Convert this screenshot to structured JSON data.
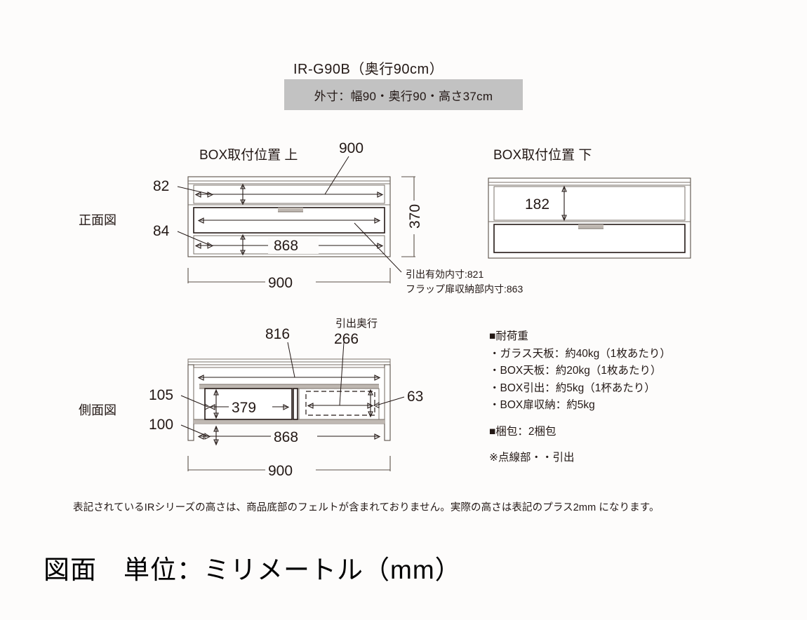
{
  "header": {
    "model_title": "IR-G90B（奥行90cm）",
    "external_dimensions": "外寸：幅90・奥行90・高さ37cm",
    "banner_color": "#c2c2c2"
  },
  "views": {
    "front_view_label": "正面図",
    "side_view_label": "側面図",
    "box_position_top": "BOX取付位置 上",
    "box_position_bottom": "BOX取付位置 下"
  },
  "front_view": {
    "dim_width_inner": "900",
    "dim_height_total": "370",
    "dim_top_gap": "82",
    "dim_bottom_gap": "84",
    "dim_drawer_width": "868",
    "dim_overall_width": "900",
    "note_line1": "引出有効内寸:821",
    "note_line2": "フラップ扉収納部内寸:863"
  },
  "bottom_box_view": {
    "dim_opening_height": "182"
  },
  "side_view": {
    "dim_inner_width": "816",
    "dim_drawer_depth_label": "引出奥行",
    "dim_drawer_depth": "266",
    "dim_left_height": "105",
    "dim_left_width": "379",
    "dim_right_height": "63",
    "dim_leg_height": "100",
    "dim_body_width": "868",
    "dim_overall_width": "900"
  },
  "specs": {
    "load_heading": "■耐荷重",
    "load_items": [
      "・ガラス天板：約40kg（1枚あたり）",
      "・BOX天板：約20kg（1枚あたり）",
      "・BOX引出：約5kg（1杯あたり）",
      "・BOX扉収納：約5kg"
    ],
    "packing": "■梱包：2梱包",
    "dashed_note": "※点線部・・引出"
  },
  "footer": {
    "note": "表記されているIRシリーズの高さは、商品底部のフェルトが含まれておりません。実際の高さは表記のプラス2mm になります。",
    "unit_title": "図面　単位：ミリメートル（mm）"
  }
}
